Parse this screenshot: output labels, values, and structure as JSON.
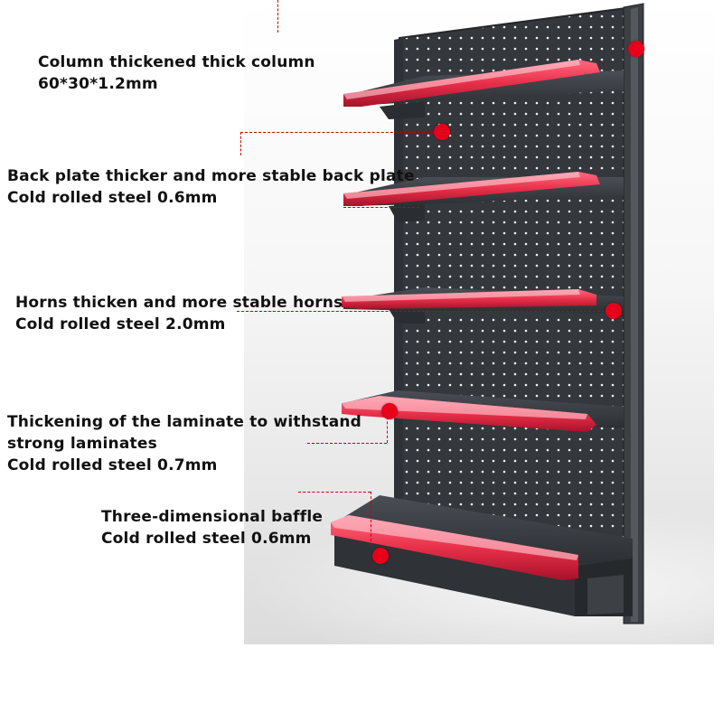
{
  "annotations": [
    {
      "title": "Column thickened thick column",
      "spec": "60*30*1.2mm"
    },
    {
      "title": "Back plate thicker and more stable back plate",
      "spec": "Cold rolled steel 0.6mm"
    },
    {
      "title": "Horns thicken and more stable horns",
      "spec": "Cold rolled steel 2.0mm"
    },
    {
      "title": "Thickening of the laminate to withstand",
      "title_line2": "strong laminates",
      "spec": "Cold rolled steel 0.7mm"
    },
    {
      "title": "Three-dimensional baffle",
      "spec": "Cold rolled steel 0.6mm"
    }
  ],
  "colors": {
    "marker": "#e8001a",
    "rack_body": "#3a3d42",
    "price_strip": "#e8304a",
    "guide_line": "#cc0000"
  }
}
